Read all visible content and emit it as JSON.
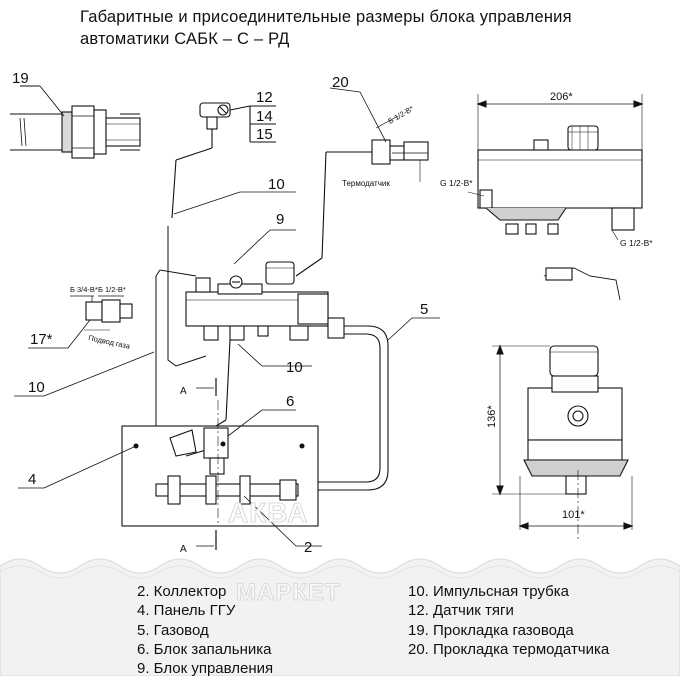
{
  "title": {
    "line1": "Габаритные  и  присоединительные  размеры блока  управления",
    "line2": "автоматики  САБК – С – РД"
  },
  "callouts": {
    "c19": "19",
    "c20": "20",
    "c12": "12",
    "c14": "14",
    "c15": "15",
    "c10a": "10",
    "c9": "9",
    "c5": "5",
    "c17": "17*",
    "c10b": "10",
    "c10c": "10",
    "c6": "6",
    "c4": "4",
    "c2": "2"
  },
  "labels": {
    "thermo": "Термодатчик",
    "g12b_top": "Б 1/2-В*",
    "g34b": "Б 3/4-В*",
    "g12b_left": "Б 1/2-В*",
    "gas_supply": "Подвод газа",
    "section_a_top": "А",
    "section_a_bottom": "А",
    "g12b_right1": "G 1/2-В*",
    "g12b_right2": "G 1/2-В*"
  },
  "dimensions": {
    "width_top": "206*",
    "height_side": "136*",
    "width_bottom": "101*"
  },
  "watermark": {
    "line1": "АКВА",
    "line2": "МАРКЕТ"
  },
  "legend_left": [
    "2. Коллектор",
    "4. Панель ГГУ",
    "5. Газовод",
    "6. Блок запальника",
    "9. Блок управления"
  ],
  "legend_right": [
    "10. Импульсная трубка",
    "12. Датчик тяги",
    "19. Прокладка газовода",
    "20. Прокладка термодатчика"
  ]
}
